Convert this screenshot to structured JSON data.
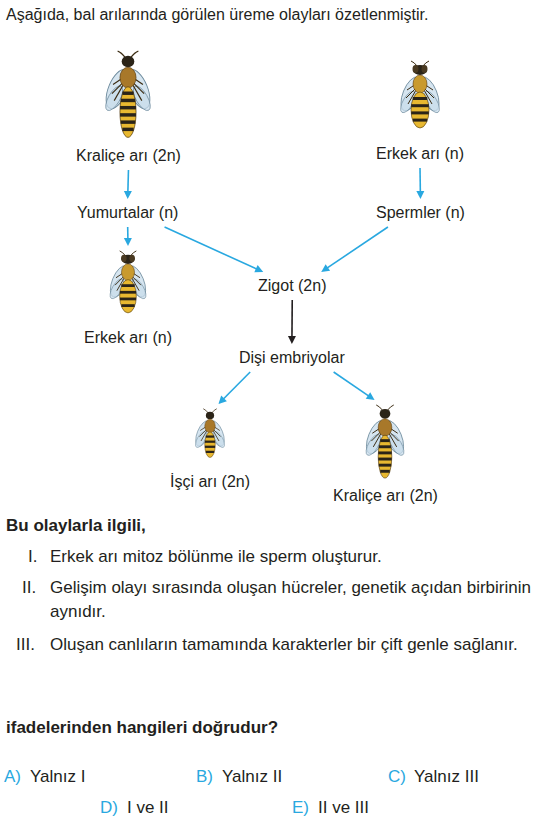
{
  "diagram": {
    "title": "Aşağıda, bal arılarında görülen üreme olayları özetlenmiştir.",
    "nodes": [
      {
        "text": [
          "Kraliçe arı (2n)"
        ]
      },
      {
        "text": [
          "Erkek arı (n)"
        ]
      },
      {
        "text": [
          "Yumurtalar (n)"
        ]
      },
      {
        "text": [
          "Spermler (n)"
        ]
      },
      {
        "text": [
          "Erkek arı (n)"
        ]
      },
      {
        "text": [
          "Zigot (2n)"
        ]
      },
      {
        "text": [
          "Dişi embriyolar"
        ]
      },
      {
        "text": [
          "İşçi arı (2n)"
        ]
      },
      {
        "text": [
          "Kraliçe arı (2n)"
        ]
      }
    ],
    "edges": [
      {
        "from": 0,
        "to": 2,
        "arrow": "to"
      },
      {
        "from": 1,
        "to": 3,
        "arrow": "to"
      },
      {
        "from": 2,
        "to": 4,
        "arrow": "to"
      },
      {
        "from": 2,
        "to": 5,
        "arrow": "to"
      },
      {
        "from": 3,
        "to": 5,
        "arrow": "to"
      },
      {
        "from": 5,
        "to": 6,
        "arrow": "to"
      },
      {
        "from": 6,
        "to": 7,
        "arrow": "to"
      },
      {
        "from": 6,
        "to": 8,
        "arrow": "to"
      }
    ],
    "labels": [
      "Bu olaylarla ilgili,",
      "I.",
      "Erkek arı mitoz bölünme ile sperm oluşturur.",
      "II.",
      "Gelişim olayı sırasında oluşan hücreler, genetik açıdan birbirinin aynıdır.",
      "III.",
      "Oluşan canlıların tamamında karakterler bir çift genle sağlanır.",
      "ifadelerinden hangileri doğrudur?",
      "A)",
      "Yalnız I",
      "B)",
      "Yalnız II",
      "C)",
      "Yalnız III",
      "D)",
      "I ve II",
      "E)",
      "II ve III"
    ]
  }
}
